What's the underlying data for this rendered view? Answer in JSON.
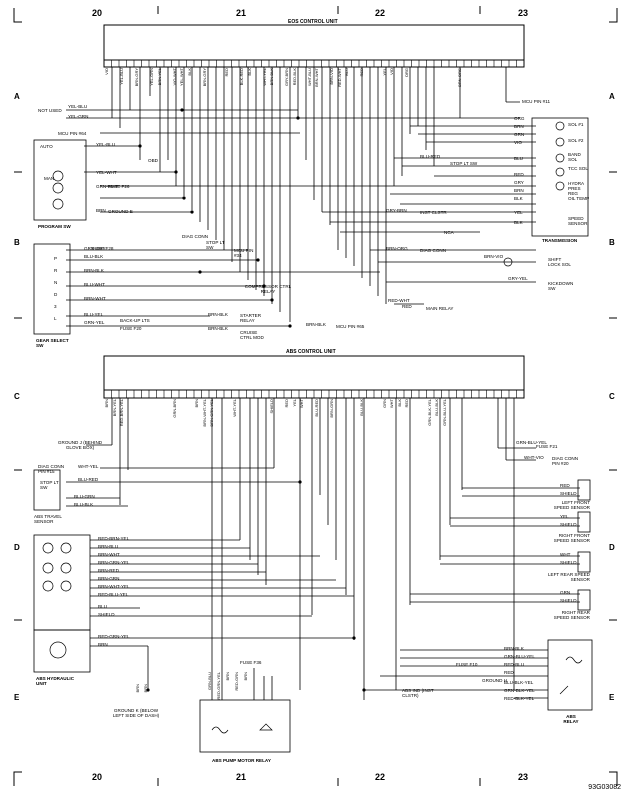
{
  "grid": {
    "columns": [
      "20",
      "21",
      "22",
      "23"
    ],
    "rows": [
      "A",
      "B",
      "C",
      "D",
      "E"
    ]
  },
  "eos": {
    "title": "EOS CONTROL UNIT",
    "pin_wires": [
      "VIO",
      "",
      "YEL-BLU",
      "",
      "BRN-GRY",
      "",
      "YEL-GRN",
      "BRN-YEL",
      "",
      "VIO-WHT",
      "YEL-WHT",
      "BLK",
      "",
      "BRN-GRY",
      "",
      "",
      "RED",
      "",
      "BLK-RED",
      "BLK",
      "",
      "WHT-YEL",
      "BRN-BLK",
      "",
      "GRY-BRN",
      "RED-BLK",
      "",
      "WHT-BLU",
      "BRN-WHT",
      "",
      "BRN-VIO",
      "RED-WHT",
      "BLU",
      "",
      "RED",
      "",
      "",
      "YEL",
      "VIO",
      "",
      "ORG",
      "",
      "",
      "",
      "",
      "",
      "",
      "BRN-ORG"
    ],
    "not_used": "NOT USED",
    "mcu_pin_64": "MCU PIN #64",
    "mcu_pin_11": "MCU PIN #11",
    "mcu_pin_34": "MCU PIN #34",
    "mcu_pin_65": "MCU PIN #65",
    "obd": "OBD",
    "diag_conn": "DIAG CONN",
    "stop_lt_sw": "STOP LT SW",
    "inst_clstr": "INST CLSTR",
    "nca": "NCA",
    "compressor": "COMPRESSOR CTRL RELAY",
    "starter_relay": "STARTER RELAY",
    "cruise": "CRUISE CTRL MOD",
    "main_relay": "MAIN RELAY",
    "fuse_f26": "FUSE F26",
    "fuse_f28": "FUSE F28",
    "ground_e": "GROUND E",
    "backup": "BACK-UP LTS",
    "fuse_f20": "FUSE F20",
    "program_sw": "PROGRAM SW",
    "gear_select": "GEAR SELECT SW",
    "transmission": "TRANSMISSION",
    "shift_lock": "SHIFT LOCK SOL",
    "kickdown": "KICKDOWN SW",
    "auto": "AUTO",
    "man": "MAN",
    "trans_items": [
      "SOL #1",
      "SOL #2",
      "BAND SOL",
      "TCC SOL",
      "HYDRA PRES REG",
      "OIL TEMP",
      "SPEED SENSOR"
    ],
    "trans_wires": [
      "ORG",
      "BRN",
      "GRN",
      "VIO",
      "BLU",
      "RED",
      "GRY",
      "BRN",
      "BLK",
      "YEL",
      "BLK"
    ],
    "left_wires": [
      "YEL-BLU",
      "YEL-GRN",
      "YEL-BLU",
      "YEL-WHT",
      "GRN-WHT",
      "BRN",
      "GRN-GRY",
      "BLU-BLK",
      "BRN-BLK",
      "BLU-WHT",
      "BRN-WHT",
      "BLU-YEL",
      "GRN-YEL"
    ],
    "misc_wires": [
      "BLU-RED",
      "GRY-BRN",
      "BRN-ORG",
      "BRN-VIO",
      "GRY-YEL",
      "RED-WHT",
      "RED",
      "BRN-BLK",
      "BRN-BLK",
      "BRN-BLK"
    ],
    "gear_letters": [
      "P",
      "R",
      "N",
      "D",
      "3",
      "L"
    ]
  },
  "abs": {
    "title": "ABS CONTROL UNIT",
    "pin_wires": [
      "BRN",
      "BRN-YEL",
      "RED-BRN-YEL",
      "",
      "",
      "",
      "",
      "",
      "",
      "GRN-BRN",
      "",
      "",
      "BRN",
      "BRN-WHT-YEL",
      "BRN-GRN-YEL",
      "",
      "",
      "WHT-YEL",
      "",
      "",
      "",
      "",
      "SHIELD",
      "",
      "RED",
      "YEL",
      "WHT",
      "",
      "BLU-RED",
      "",
      "BRN-GRN",
      "",
      "",
      "",
      "BLU-BLK",
      "",
      "",
      "GRN",
      "WHT",
      "BLK",
      "RED",
      "",
      "",
      "GRN-BLK-YEL",
      "BLU-BLK",
      "GRN-BLU-YEL"
    ],
    "ground_j": "GROUND J (BEHIND GLOVE BOX)",
    "diag_conn_15": "DIAG CONN PIN #15",
    "wht_yel": "WHT-YEL",
    "stop_lt": "STOP LT SW",
    "blu_red": "BLU-RED",
    "blu_grn": "BLU-GRN",
    "blu_blk": "BLU-BLK",
    "travel_sensor": "ABS TRAVEL SENSOR",
    "fuse_f21": "FUSE F21",
    "grn_blu_yel": "GRN-BLU-YEL",
    "diag_conn_20": "DIAG CONN PIN #20",
    "wht_vio": "WHT-VIO",
    "speed_sensors": [
      "LEFT FRONT SPEED SENSOR",
      "RIGHT FRONT SPEED SENSOR",
      "LEFT REAR SPEED SENSOR",
      "RIGHT REAR SPEED SENSOR"
    ],
    "sensor_wires": [
      "RED",
      "SHIELD",
      "YEL",
      "SHIELD",
      "WHT",
      "SHIELD",
      "GRN",
      "SHIELD"
    ],
    "hydraulic_wires": [
      "RED-BRN-YEL",
      "BRN-BLU",
      "BRN-WHT",
      "BRN-GRN-YEL",
      "BRN-RED",
      "BRN-GRN",
      "BRN-WHT-YEL",
      "RED-BLU-YEL",
      "BLU",
      "SHIELD",
      "RED-GRN-YEL",
      "BRN"
    ],
    "hydraulic_unit": "ABS HYDRAULIC UNIT",
    "ground_k": "GROUND K (BELOW LEFT SIDE OF DASH)",
    "brn1": "BRN",
    "brn2": "BRN",
    "fuse_f36": "FUSE F36",
    "pump_relay": "ABS PUMP MOTOR RELAY",
    "pump_wires": [
      "GRN-BLU",
      "RED-GRN-YEL",
      "BRN",
      "RED-GRN",
      "BRN"
    ],
    "fuse_f10": "FUSE F10",
    "ground_h": "GROUND H",
    "abs_ind": "ABS IND (INST CLSTR)",
    "abs_relay": "ABS RELAY",
    "relay_wires": [
      "BRN-BLK",
      "GRN-BLU-YEL",
      "RED-BLU",
      "RED",
      "BLU-BLK-YEL",
      "GRN-BLK-YEL",
      "RED-BLK-YEL"
    ]
  },
  "ref_code": "93G03082"
}
